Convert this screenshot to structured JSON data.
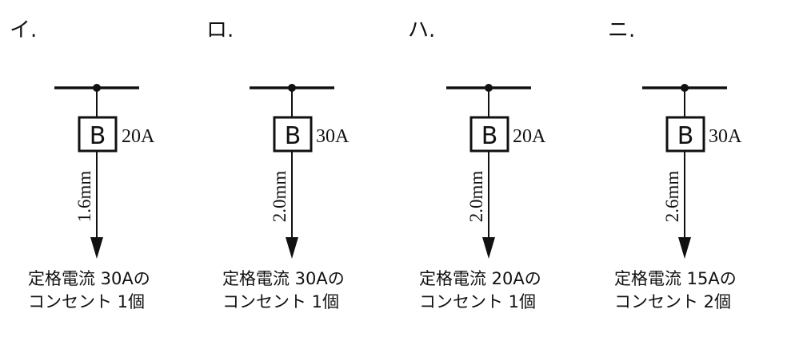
{
  "options": [
    {
      "label": "イ.",
      "breaker_symbol": "B",
      "breaker_rating": "20A",
      "wire_size": "1.6mm",
      "load_line1": "定格電流 30Aの",
      "load_line2": "コンセント 1個"
    },
    {
      "label": "ロ.",
      "breaker_symbol": "B",
      "breaker_rating": "30A",
      "wire_size": "2.0mm",
      "load_line1": "定格電流 30Aの",
      "load_line2": "コンセント 1個"
    },
    {
      "label": "ハ.",
      "breaker_symbol": "B",
      "breaker_rating": "20A",
      "wire_size": "2.0mm",
      "load_line1": "定格電流 20Aの",
      "load_line2": "コンセント 1個"
    },
    {
      "label": "ニ.",
      "breaker_symbol": "B",
      "breaker_rating": "30A",
      "wire_size": "2.6mm",
      "load_line1": "定格電流 15Aの",
      "load_line2": "コンセント 2個"
    }
  ]
}
